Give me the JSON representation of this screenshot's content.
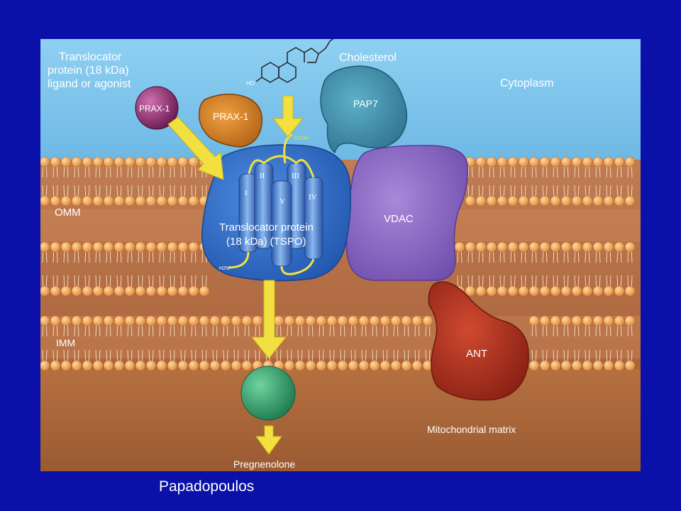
{
  "figure": {
    "ligand_label": [
      "Translocator",
      "protein (18 kDa)",
      "ligand or agonist"
    ],
    "cholesterol": "Cholesterol",
    "ho": "HO",
    "cytoplasm": "Cytoplasm",
    "prax_sphere": "PRAX-1",
    "prax_blob": "PRAX-1",
    "pap7": "PAP7",
    "tspo_line1": "Translocator protein",
    "tspo_line2": "(18 kDa) (TSPO)",
    "helix_labels": [
      "I",
      "II",
      "III",
      "V",
      "IV"
    ],
    "cooh": "COOH",
    "h2n": "H2N",
    "vdac": "VDAC",
    "omm": "OMM",
    "imm": "IMM",
    "ant": "ANT",
    "matrix": "Mitochondrial matrix",
    "pregnenolone": "Pregnenolone"
  },
  "caption": "Papadopoulos",
  "colors": {
    "background": "#0a10a8",
    "cytoplasm": "#7cc4ea",
    "membrane_body": "#b8744a",
    "lipid_head": "#f0a860",
    "tspo": "#2f6fcf",
    "vdac": "#8860c0",
    "ant": "#b02a1a",
    "pap7": "#3a8aa8",
    "prax": "#d07820",
    "arrow": "#f2e040",
    "pregnenolone": "#2e9a68"
  }
}
